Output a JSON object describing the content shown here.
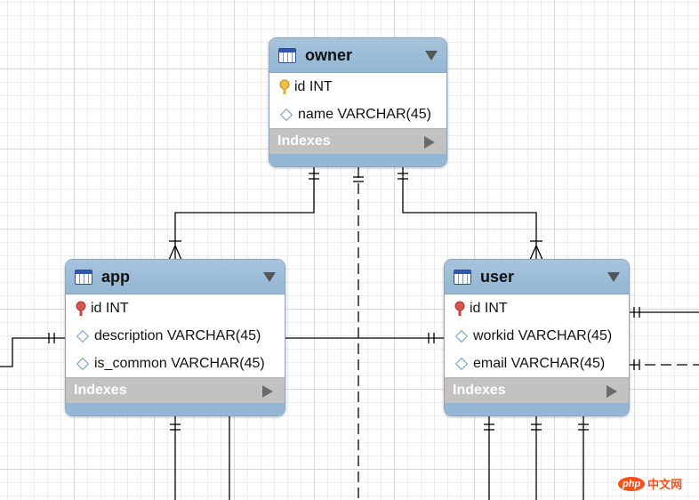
{
  "entities": {
    "owner": {
      "title": "owner",
      "columns": [
        {
          "text": "id INT",
          "icon": "primary-key-icon",
          "key_color": "#f0c040"
        },
        {
          "text": "name VARCHAR(45)",
          "icon": "attribute-diamond-icon"
        }
      ],
      "indexes_label": "Indexes"
    },
    "app": {
      "title": "app",
      "columns": [
        {
          "text": "id INT",
          "icon": "foreign-key-icon",
          "key_color": "#d9534f"
        },
        {
          "text": "description VARCHAR(45)",
          "icon": "attribute-diamond-icon"
        },
        {
          "text": "is_common VARCHAR(45)",
          "icon": "attribute-diamond-icon"
        }
      ],
      "indexes_label": "Indexes"
    },
    "user": {
      "title": "user",
      "columns": [
        {
          "text": "id INT",
          "icon": "foreign-key-icon",
          "key_color": "#d9534f"
        },
        {
          "text": "workid VARCHAR(45)",
          "icon": "attribute-diamond-icon"
        },
        {
          "text": "email VARCHAR(45)",
          "icon": "attribute-diamond-icon"
        }
      ],
      "indexes_label": "Indexes"
    }
  },
  "watermark": {
    "logo": "php",
    "text": "中文网"
  },
  "colors": {
    "header_blue": "#9cbdd9",
    "indexes_gray": "#c2c2c2",
    "line": "#000000"
  }
}
